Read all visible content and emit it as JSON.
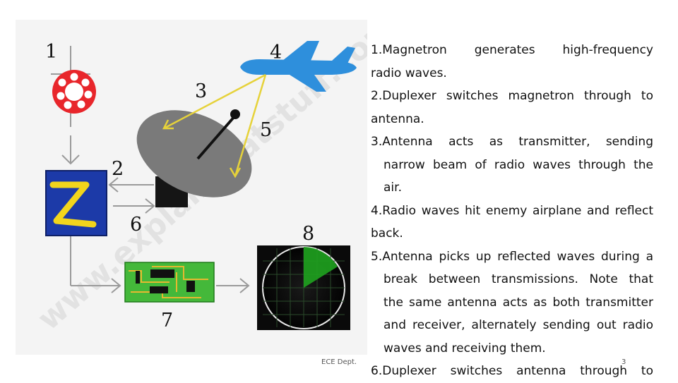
{
  "diagram": {
    "labels": [
      "1",
      "2",
      "3",
      "4",
      "5",
      "6",
      "7",
      "8"
    ],
    "watermark": "www.explainthatstuff.com",
    "colors": {
      "magnetron": "#e8262b",
      "duplexer": "#1c3aa8",
      "duplexer_mark": "#f2d51c",
      "plane": "#2e8fdc",
      "beam": "#e6d23a",
      "dish": "#7a7a7a",
      "board": "#44b83a",
      "screen": "#0a0a0a",
      "sweep": "#1fa31f"
    }
  },
  "list": {
    "items": [
      {
        "num": "1.",
        "lines": [
          "Magnetron generates high-frequency",
          "radio waves."
        ]
      },
      {
        "num": "2.",
        "lines": [
          "Duplexer switches magnetron through to",
          "antenna."
        ]
      },
      {
        "num": "3.",
        "lines": [
          "Antenna acts as transmitter, sending",
          "narrow beam of radio waves through the",
          "air."
        ]
      },
      {
        "num": "4.",
        "lines": [
          "Radio waves hit enemy airplane and reflect",
          "back."
        ]
      },
      {
        "num": "5.",
        "lines": [
          "Antenna picks up reflected waves during a",
          "break between transmissions. Note that",
          "the same antenna acts as both transmitter",
          "and receiver, alternately sending out radio",
          "waves and receiving them."
        ]
      },
      {
        "num": "6.",
        "lines": [
          "Duplexer switches antenna through to"
        ]
      }
    ]
  },
  "footer": {
    "dept": "ECE Dept.",
    "page": "3"
  }
}
